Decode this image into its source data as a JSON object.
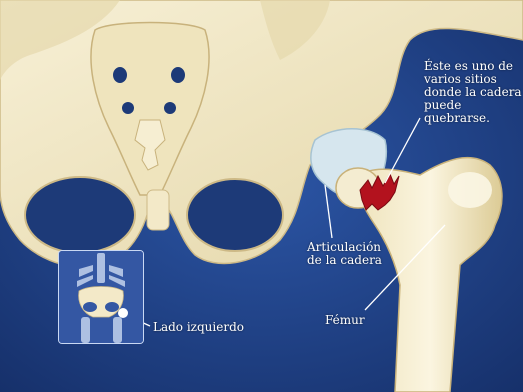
{
  "labels": {
    "break_note": [
      "Éste es uno de",
      "varios sitios",
      "donde la cadera",
      "puede quebrarse."
    ],
    "joint": [
      "Articulación",
      "de la cadera"
    ],
    "femur": "Fémur",
    "left_side": "Lado izquierdo"
  },
  "colors": {
    "background": "#1d3a78",
    "bone": "#f1e8c8",
    "bone_shadow": "#d8c99a",
    "cartilage": "#d6e6ee",
    "fracture": "#b3121e",
    "leader_line": "#ffffff"
  },
  "icons": {
    "pelvis": "pelvis-bone-illustration",
    "femur": "femur-bone-illustration",
    "fracture": "fracture-mark-icon",
    "thumbnail": "skeleton-xray-thumbnail"
  }
}
